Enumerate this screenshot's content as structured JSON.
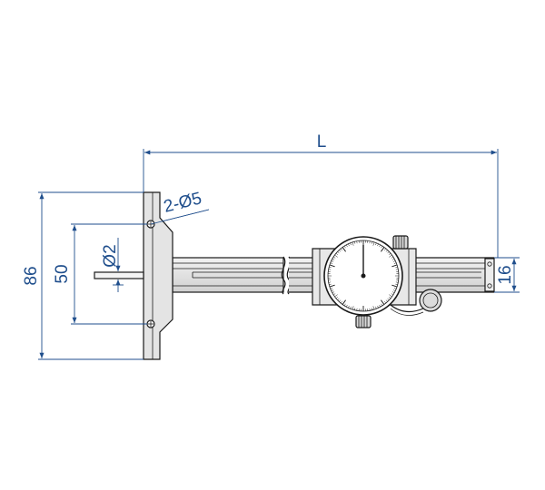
{
  "colors": {
    "dimension": "#1f4e8c",
    "outline": "#1a1a1a",
    "body_fill": "#e6e6e6",
    "dial_fill": "#ffffff",
    "background": "#ffffff"
  },
  "dimensions": {
    "length_label": "L",
    "holes_label": "2-Ø5",
    "rod_diameter_label": "Ø2",
    "overall_height_label": "86",
    "hole_spacing_label": "50",
    "beam_height_label": "16"
  },
  "icons": {
    "dial": "dial-gauge-icon",
    "thumb_wheel": "thumb-roller-icon"
  }
}
